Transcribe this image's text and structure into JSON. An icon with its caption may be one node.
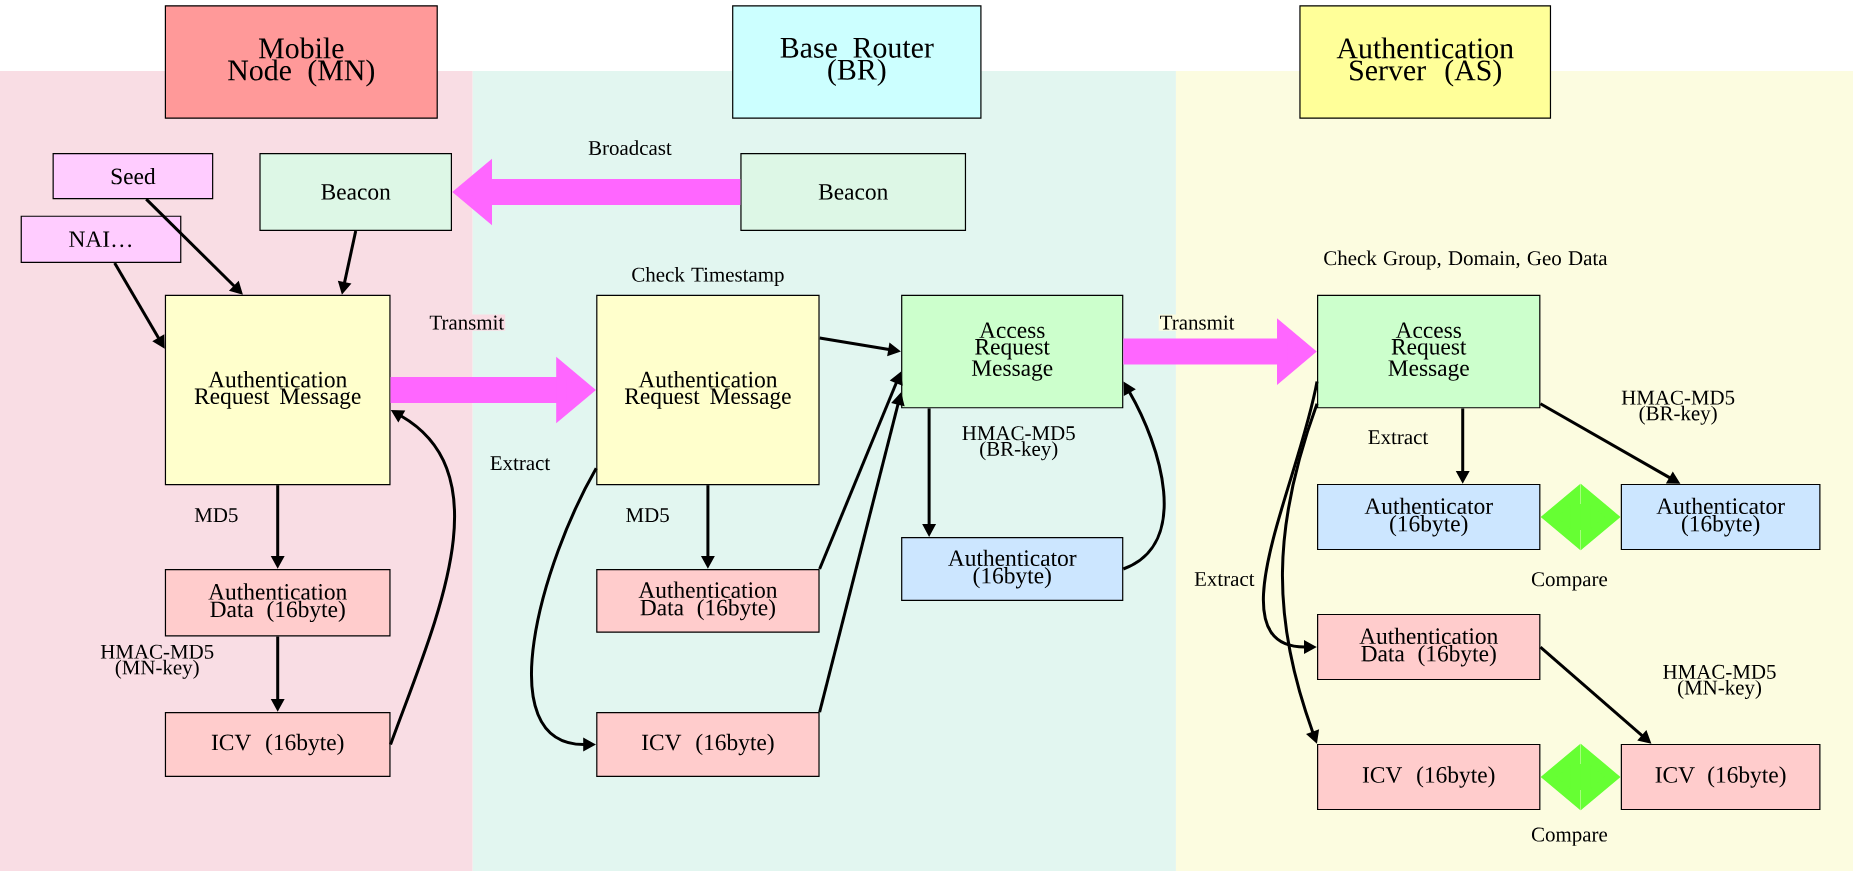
{
  "diagram": {
    "nodes": [
      {
        "text": [
          "Mobile Node (MN)"
        ]
      },
      {
        "text": [
          "Base Router (BR)"
        ]
      },
      {
        "text": [
          "Authentication Server (AS)"
        ]
      },
      {
        "text": [
          "Seed"
        ]
      },
      {
        "text": [
          "NAI…"
        ]
      },
      {
        "text": [
          "Beacon"
        ]
      },
      {
        "text": [
          "Beacon"
        ]
      },
      {
        "text": [
          "Authentication Request Message"
        ]
      },
      {
        "text": [
          "Authentication Data (16byte)"
        ]
      },
      {
        "text": [
          "ICV (16byte)"
        ]
      },
      {
        "text": [
          "Authentication Request Message"
        ],
        "beside": [
          "Check Timestamp"
        ]
      },
      {
        "text": [
          "Access Request Message"
        ]
      },
      {
        "text": [
          "Authenticator (16byte)"
        ]
      },
      {
        "text": [
          "Authentication Data (16byte)"
        ]
      },
      {
        "text": [
          "ICV (16byte)"
        ]
      },
      {
        "text": [
          "Access Request Message"
        ],
        "beside": [
          "Check Group, Domain, Geo Data"
        ]
      },
      {
        "text": [
          "Authenticator (16byte)"
        ]
      },
      {
        "text": [
          "Authenticator (16byte)"
        ]
      },
      {
        "text": [
          "Authentication Data (16byte)"
        ]
      },
      {
        "text": [
          "ICV (16byte)"
        ]
      },
      {
        "text": [
          "ICV (16byte)"
        ]
      }
    ],
    "edges": [
      {
        "from": 6,
        "to": 5,
        "arrow": "to",
        "label": "Broadcast",
        "style": "thick",
        "color": "#ff66ff"
      },
      {
        "from": 7,
        "to": 10,
        "arrow": "to",
        "label": "Transmit",
        "style": "thick",
        "color": "#ff66ff"
      },
      {
        "from": 11,
        "to": 15,
        "arrow": "to",
        "label": "Transmit",
        "style": "thick",
        "color": "#ff66ff"
      },
      {
        "from": 16,
        "to": 17,
        "arrow": "both",
        "label": "Compare",
        "style": "thick",
        "color": "#66ff33"
      },
      {
        "from": 19,
        "to": 20,
        "arrow": "both",
        "label": "Compare",
        "style": "thick",
        "color": "#66ff33"
      },
      {
        "from": 3,
        "to": 7,
        "arrow": "to"
      },
      {
        "from": 4,
        "to": 7,
        "arrow": "to"
      },
      {
        "from": 5,
        "to": 7,
        "arrow": "to"
      },
      {
        "from": 7,
        "to": 8,
        "arrow": "to",
        "label": "MD5"
      },
      {
        "from": 8,
        "to": 9,
        "arrow": "to",
        "label": "HMAC-MD5 (MN-key)"
      },
      {
        "from": 9,
        "to": 7,
        "arrow": "to"
      },
      {
        "from": 10,
        "to": 11,
        "arrow": "to"
      },
      {
        "from": 10,
        "to": 14,
        "arrow": "to",
        "label": "Extract"
      },
      {
        "from": 10,
        "to": 13,
        "arrow": "to",
        "label": "MD5"
      },
      {
        "from": 13,
        "to": 11,
        "arrow": "to"
      },
      {
        "from": 14,
        "to": 11,
        "arrow": "to"
      },
      {
        "from": 11,
        "to": 12,
        "arrow": "to",
        "label": "HMAC-MD5 (BR-key)"
      },
      {
        "from": 12,
        "to": 11,
        "arrow": "to"
      },
      {
        "from": 15,
        "to": 16,
        "arrow": "to",
        "label": "Extract"
      },
      {
        "from": 15,
        "to": 17,
        "arrow": "to",
        "label": "HMAC-MD5 (BR-key)"
      },
      {
        "from": 15,
        "to": 18,
        "arrow": "to"
      },
      {
        "from": 15,
        "to": 19,
        "arrow": "to",
        "label": "Extract"
      },
      {
        "from": 18,
        "to": 20,
        "arrow": "to",
        "label": "HMAC-MD5 (MN-key)"
      }
    ]
  }
}
